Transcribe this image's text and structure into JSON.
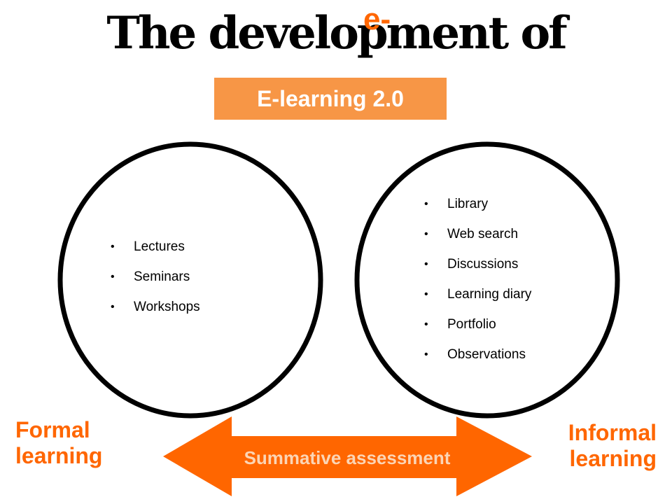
{
  "slide": {
    "title": "The development of",
    "title_overlay": "e-",
    "badge": "E-learning 2.0",
    "formal": {
      "label_line1": "Formal",
      "label_line2": "learning",
      "items": [
        "Lectures",
        "Seminars",
        "Workshops"
      ]
    },
    "informal": {
      "label_line1": "Informal",
      "label_line2": "learning",
      "items": [
        "Library",
        "Web search",
        "Discussions",
        "Learning diary",
        "Portfolio",
        "Observations"
      ]
    },
    "arrow_label": "Summative assessment"
  },
  "colors": {
    "accent": "#ff6600",
    "badge_fill": "#f79646",
    "arrow_text": "#fbd5b5",
    "text": "#000000"
  }
}
